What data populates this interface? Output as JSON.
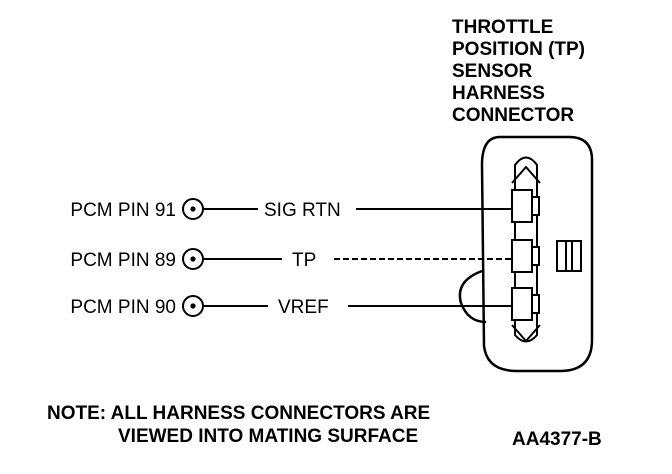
{
  "connector_title": [
    "THROTTLE",
    "POSITION (TP)",
    "SENSOR",
    "HARNESS",
    "CONNECTOR"
  ],
  "pins": [
    {
      "pcm": "PCM PIN 91",
      "signal": "SIG RTN"
    },
    {
      "pcm": "PCM PIN 89",
      "signal": "TP"
    },
    {
      "pcm": "PCM PIN 90",
      "signal": "VREF"
    }
  ],
  "note": [
    "NOTE: ALL HARNESS CONNECTORS ARE",
    "VIEWED INTO MATING SURFACE"
  ],
  "figure_id": "AA4377-B",
  "colors": {
    "ink": "#000000",
    "paper": "#ffffff"
  }
}
